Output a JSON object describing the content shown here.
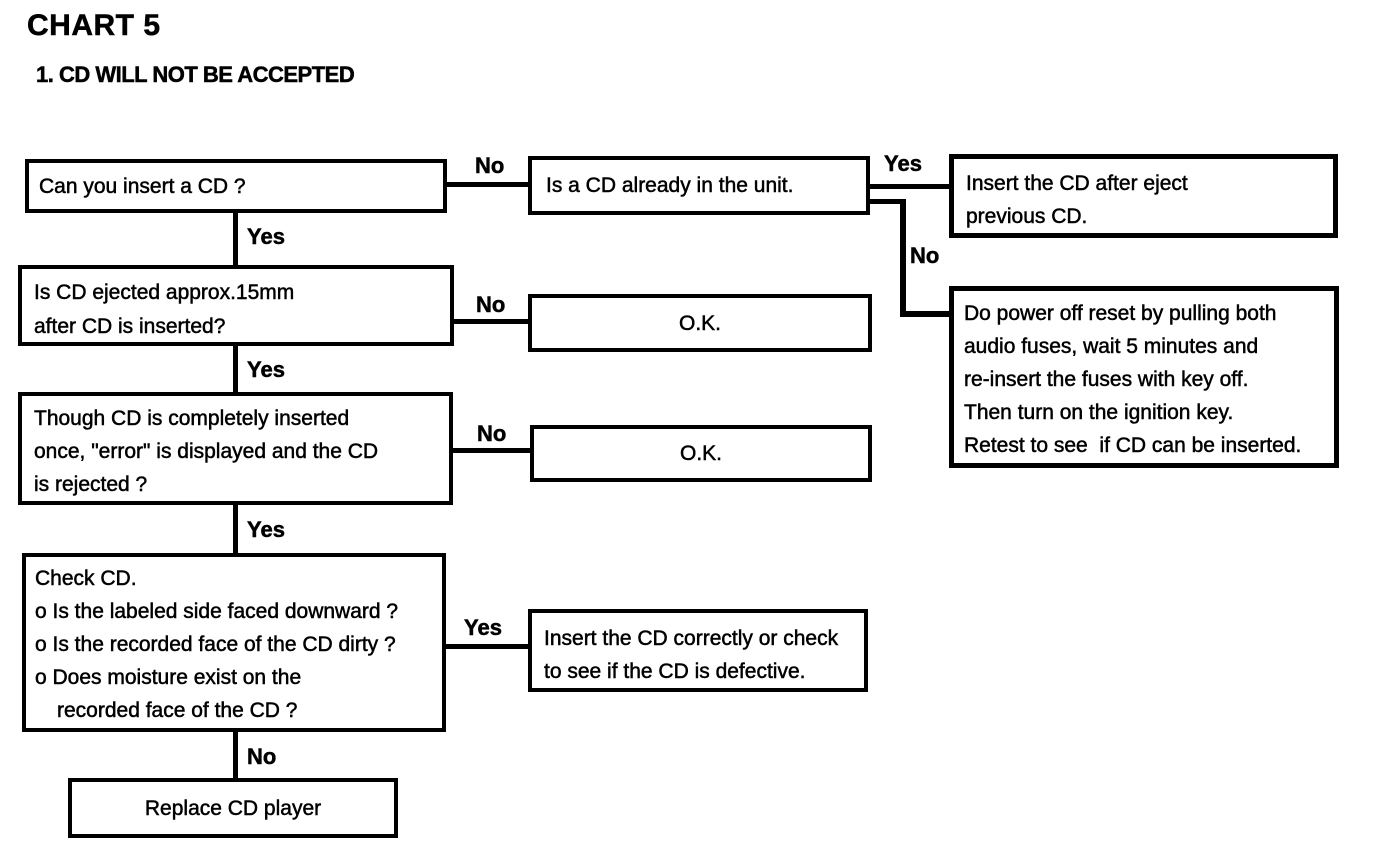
{
  "page": {
    "title": "CHART 5",
    "subtitle": "1. CD WILL NOT BE ACCEPTED"
  },
  "colors": {
    "ink": "#000000",
    "paper": "#ffffff"
  },
  "nodes": {
    "q_insert": {
      "lines": [
        "Can you insert a CD ?"
      ]
    },
    "q_already": {
      "lines": [
        "Is a CD already in the unit."
      ]
    },
    "a_eject": {
      "lines": [
        "Insert the CD after eject",
        "previous CD."
      ]
    },
    "a_reset": {
      "lines": [
        "Do power off reset by pulling both",
        "audio fuses, wait 5 minutes and",
        "re-insert the fuses with key off.",
        "Then turn on the ignition key.",
        "Retest to see  if CD can be inserted."
      ]
    },
    "q_eject15": {
      "lines": [
        "Is CD ejected approx.15mm",
        "after CD is inserted?"
      ]
    },
    "ok1": {
      "lines": [
        "O.K."
      ]
    },
    "q_error": {
      "lines": [
        "Though CD is completely inserted",
        "once, \"error\" is displayed and the CD",
        "is rejected ?"
      ]
    },
    "ok2": {
      "lines": [
        "O.K."
      ]
    },
    "q_check": {
      "lines": [
        "Check CD.",
        "o Is the labeled side faced downward ?",
        "o Is the recorded face of the CD dirty ?",
        "o Does moisture exist on the",
        "recorded face of the CD ?"
      ]
    },
    "a_correct": {
      "lines": [
        "Insert the CD correctly or check",
        "to see if the CD is defective."
      ]
    },
    "a_replace": {
      "lines": [
        "Replace CD player"
      ]
    }
  },
  "edges": {
    "e1": "No",
    "e2": "Yes",
    "e3": "No",
    "e4": "Yes",
    "e5": "No",
    "e6": "Yes",
    "e7": "No",
    "e8": "Yes",
    "e9": "Yes",
    "e10": "No"
  }
}
